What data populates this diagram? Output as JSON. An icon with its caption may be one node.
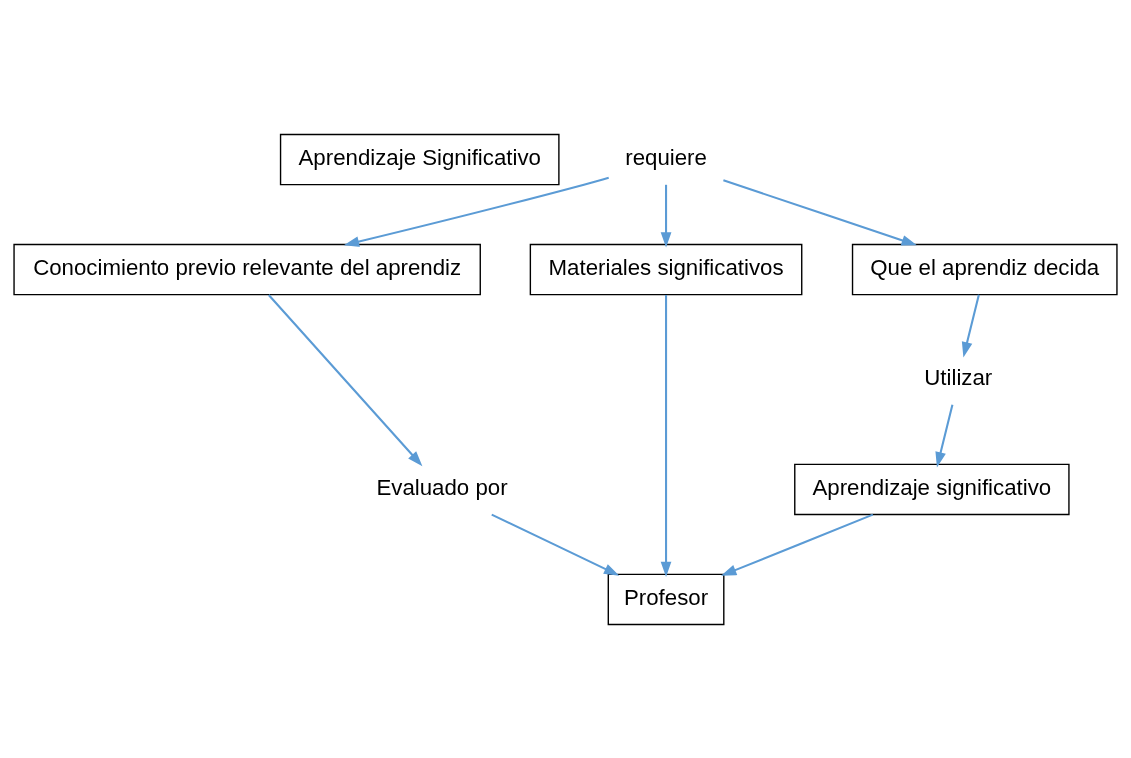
{
  "diagram": {
    "nodes": [
      {
        "text": [
          "Aprendizaje Significativo"
        ]
      },
      {
        "text": [
          "requiere"
        ]
      },
      {
        "text": [
          "Conocimiento previo relevante del aprendiz"
        ]
      },
      {
        "text": [
          "Materiales significativos"
        ]
      },
      {
        "text": [
          "Que el aprendiz decida"
        ]
      },
      {
        "text": [
          "Evaluado por"
        ]
      },
      {
        "text": [
          "Utilizar"
        ]
      },
      {
        "text": [
          "Aprendizaje significativo"
        ]
      },
      {
        "text": [
          "Profesor"
        ]
      }
    ],
    "edges": [
      {
        "from": 1,
        "to": 2,
        "arrow": "to"
      },
      {
        "from": 1,
        "to": 3,
        "arrow": "to"
      },
      {
        "from": 1,
        "to": 4,
        "arrow": "to"
      },
      {
        "from": 2,
        "to": 5,
        "arrow": "to"
      },
      {
        "from": 3,
        "to": 8,
        "arrow": "to"
      },
      {
        "from": 4,
        "to": 6,
        "arrow": "to"
      },
      {
        "from": 6,
        "to": 7,
        "arrow": "to"
      },
      {
        "from": 5,
        "to": 8,
        "arrow": "to"
      },
      {
        "from": 7,
        "to": 8,
        "arrow": "to"
      }
    ]
  }
}
